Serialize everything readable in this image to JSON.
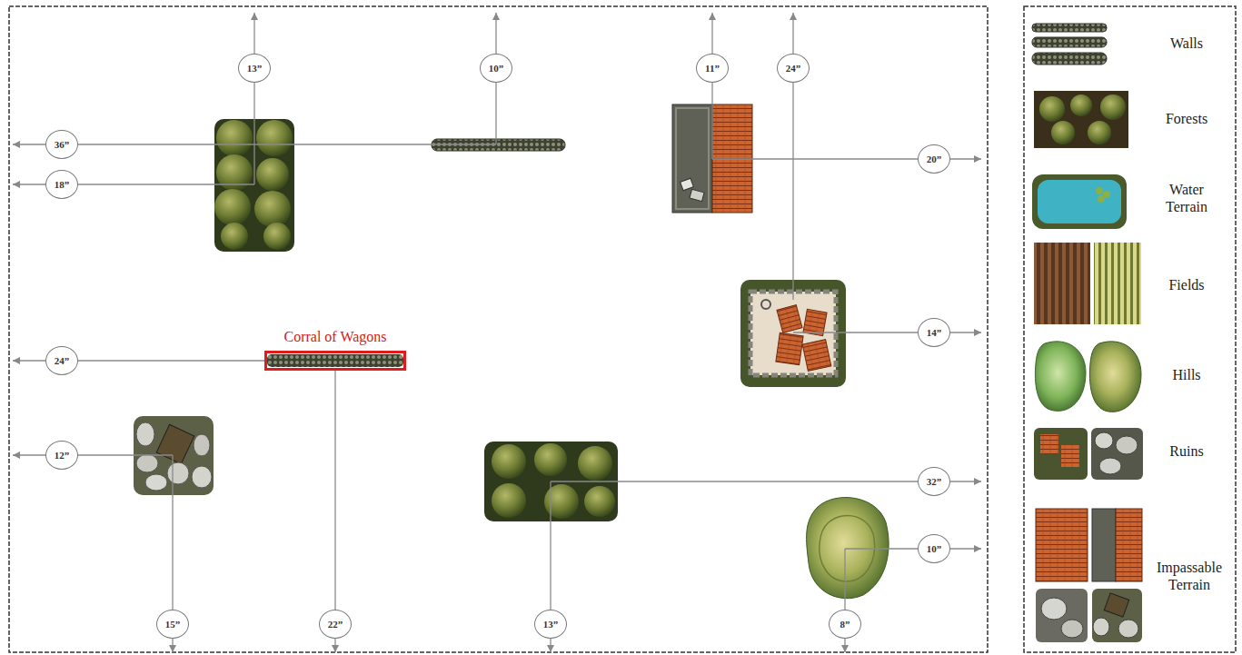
{
  "diagram": {
    "nodes": [
      {
        "text": [
          "Corral of Wagons"
        ]
      }
    ],
    "labels": [
      "13”",
      "10”",
      "11”",
      "24”",
      "36”",
      "18”",
      "20”",
      "14”",
      "24”",
      "12”",
      "32”",
      "10”",
      "15”",
      "22”",
      "13”",
      "8”"
    ],
    "legend": [
      {
        "text": "Walls"
      },
      {
        "text": "Forests"
      },
      {
        "text": "Water Terrain"
      },
      {
        "text": "Fields"
      },
      {
        "text": "Hills"
      },
      {
        "text": "Ruins"
      },
      {
        "text": "Impassable Terrain"
      }
    ]
  }
}
